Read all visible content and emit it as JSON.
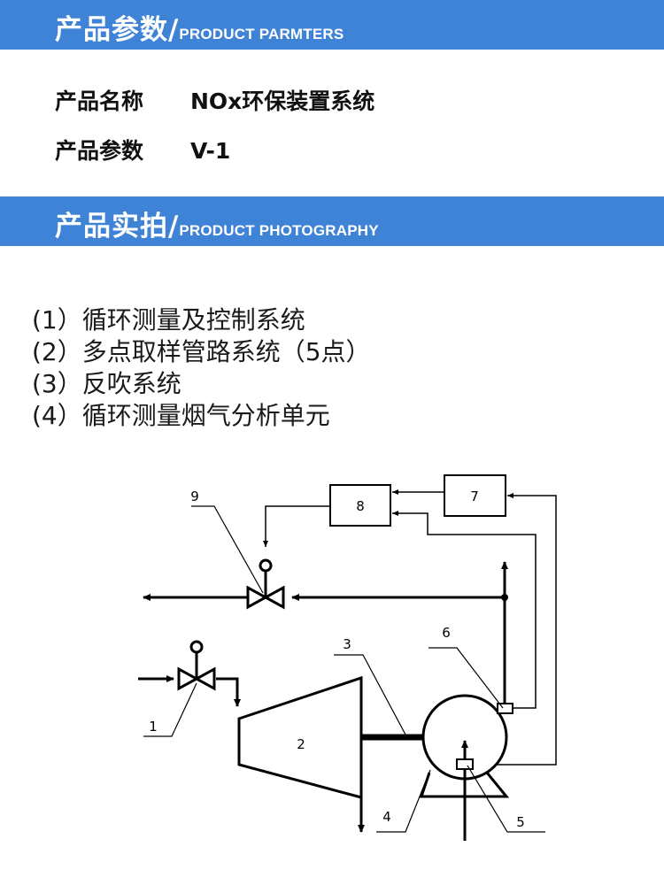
{
  "params_section": {
    "title_zh": "产品参数",
    "slash": "/",
    "title_en": "PRODUCT PARMTERS"
  },
  "params": [
    {
      "label": "产品名称",
      "value": "NOx环保装置系统"
    },
    {
      "label": "产品参数",
      "value": "V-1"
    }
  ],
  "photo_section": {
    "title_zh": "产品实拍",
    "slash": "/",
    "title_en": "PRODUCT PHOTOGRAPHY"
  },
  "features": [
    "(1）循环测量及控制系统",
    "(2）多点取样管路系统（5点）",
    "(3）反吹系统",
    "(4）循环测量烟气分析单元"
  ],
  "diagram": {
    "labels": [
      "1",
      "2",
      "3",
      "4",
      "5",
      "6",
      "7",
      "8",
      "9"
    ]
  }
}
